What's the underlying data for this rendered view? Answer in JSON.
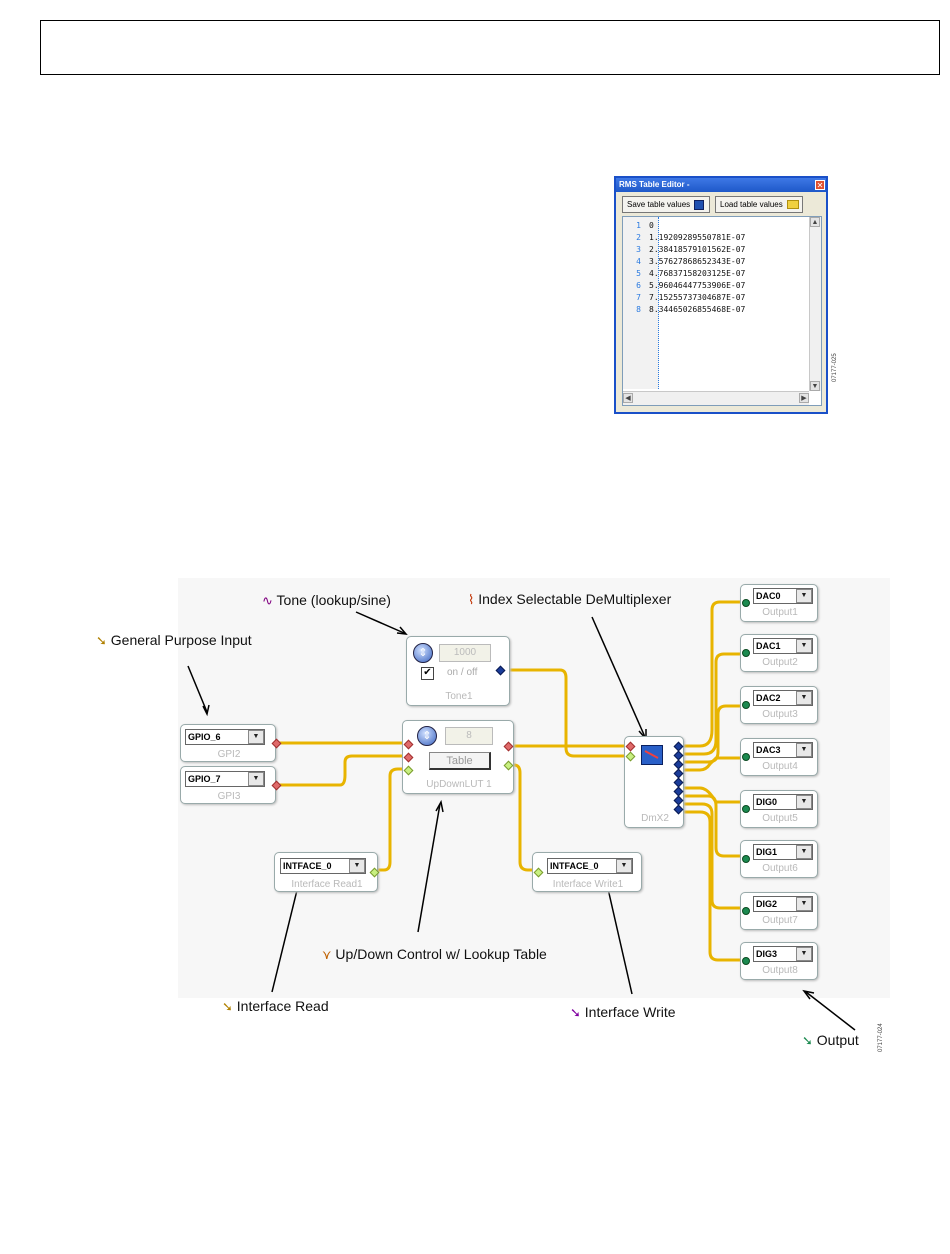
{
  "header": {
    "text": ""
  },
  "rms_table_editor": {
    "title": "RMS Table Editor -",
    "close_glyph": "✕",
    "save_label": "Save table values",
    "load_label": "Load table values",
    "rows": [
      {
        "index": "1",
        "value": "0"
      },
      {
        "index": "2",
        "value": "1.19209289550781E-07"
      },
      {
        "index": "3",
        "value": "2.38418579101562E-07"
      },
      {
        "index": "4",
        "value": "3.57627868652343E-07"
      },
      {
        "index": "5",
        "value": "4.76837158203125E-07"
      },
      {
        "index": "6",
        "value": "5.96046447753906E-07"
      },
      {
        "index": "7",
        "value": "7.15255737304687E-07"
      },
      {
        "index": "8",
        "value": "8.34465026855468E-07"
      }
    ],
    "figure_id": "07177-025"
  },
  "schematic": {
    "gpi2": {
      "combo": "GPIO_6",
      "label": "GPI2"
    },
    "gpi3": {
      "combo": "GPIO_7",
      "label": "GPI3"
    },
    "tone1": {
      "value": "1000",
      "checkbox_label": "on / off",
      "label": "Tone1"
    },
    "updownlut1": {
      "value": "8",
      "button": "Table",
      "label": "UpDownLUT 1"
    },
    "dmx2": {
      "label": "DmX2"
    },
    "interface_read1": {
      "combo": "INTFACE_0",
      "label": "Interface Read1"
    },
    "interface_write1": {
      "combo": "INTFACE_0",
      "label": "Interface Write1"
    },
    "outputs": [
      {
        "combo": "DAC0",
        "label": "Output1"
      },
      {
        "combo": "DAC1",
        "label": "Output2"
      },
      {
        "combo": "DAC2",
        "label": "Output3"
      },
      {
        "combo": "DAC3",
        "label": "Output4"
      },
      {
        "combo": "DIG0",
        "label": "Output5"
      },
      {
        "combo": "DIG1",
        "label": "Output6"
      },
      {
        "combo": "DIG2",
        "label": "Output7"
      },
      {
        "combo": "DIG3",
        "label": "Output8"
      }
    ],
    "colors": {
      "wire": "#e8b400",
      "wire_dash": "#c08000"
    }
  },
  "annotations": {
    "tone": "Tone (lookup/sine)",
    "demux": "Index Selectable DeMultiplexer",
    "gpi": "General Purpose Input",
    "updown": "Up/Down Control w/ Lookup Table",
    "iread": "Interface Read",
    "iwrite": "Interface Write",
    "output": "Output"
  },
  "figure_id_2": "07177-024"
}
